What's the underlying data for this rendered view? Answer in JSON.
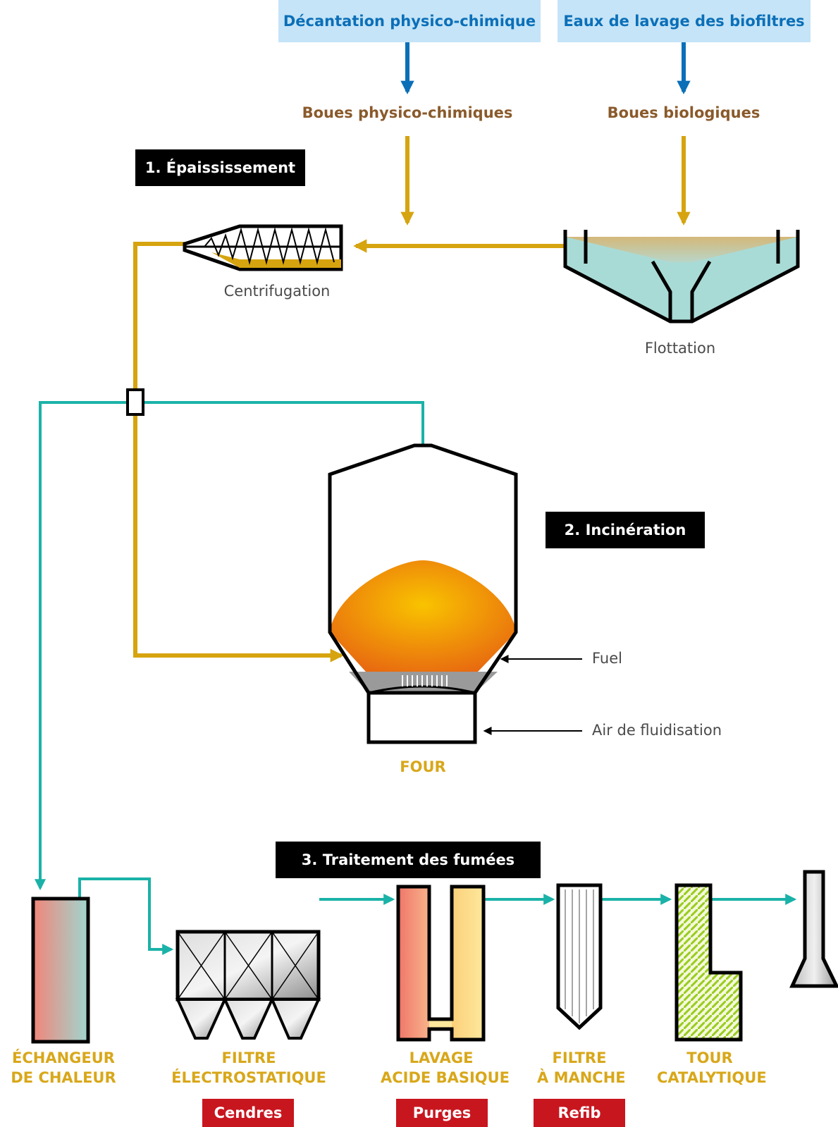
{
  "sources": {
    "physico_chemical": "Décantation physico-chimique",
    "biofilter_wash": "Eaux de lavage des biofiltres"
  },
  "sludges": {
    "physico_chemical": "Boues physico-chimiques",
    "biological": "Boues biologiques"
  },
  "stages": {
    "thickening": "1. Épaississement",
    "incineration": "2. Incinération",
    "flue_gas": "3. Traitement des fumées"
  },
  "equipment": {
    "centrifugation": "Centrifugation",
    "flotation": "Flottation",
    "fuel": "Fuel",
    "fluidisation_air": "Air de fluidisation",
    "furnace": "FOUR"
  },
  "units": {
    "heat_exchanger": [
      "ÉCHANGEUR",
      "DE CHALEUR"
    ],
    "electrostatic_filter": [
      "FILTRE",
      "ÉLECTROSTATIQUE"
    ],
    "acid_base_wash": [
      "LAVAGE",
      "ACIDE BASIQUE"
    ],
    "bag_filter": [
      "FILTRE",
      "À MANCHE"
    ],
    "catalytic_tower": [
      "TOUR",
      "CATALYTIQUE"
    ]
  },
  "wastes": {
    "ashes": "Cendres",
    "purges": "Purges",
    "refib": "Refib"
  },
  "colors": {
    "sludge_flow": "#d6a40f",
    "gas_flow": "#1ab2a8",
    "water_flow": "#0b6fb8",
    "stage_label": "#000000",
    "waste_label": "#c8161f",
    "unit_label": "#d8a71a",
    "sludge_label": "#8a5a2b"
  }
}
